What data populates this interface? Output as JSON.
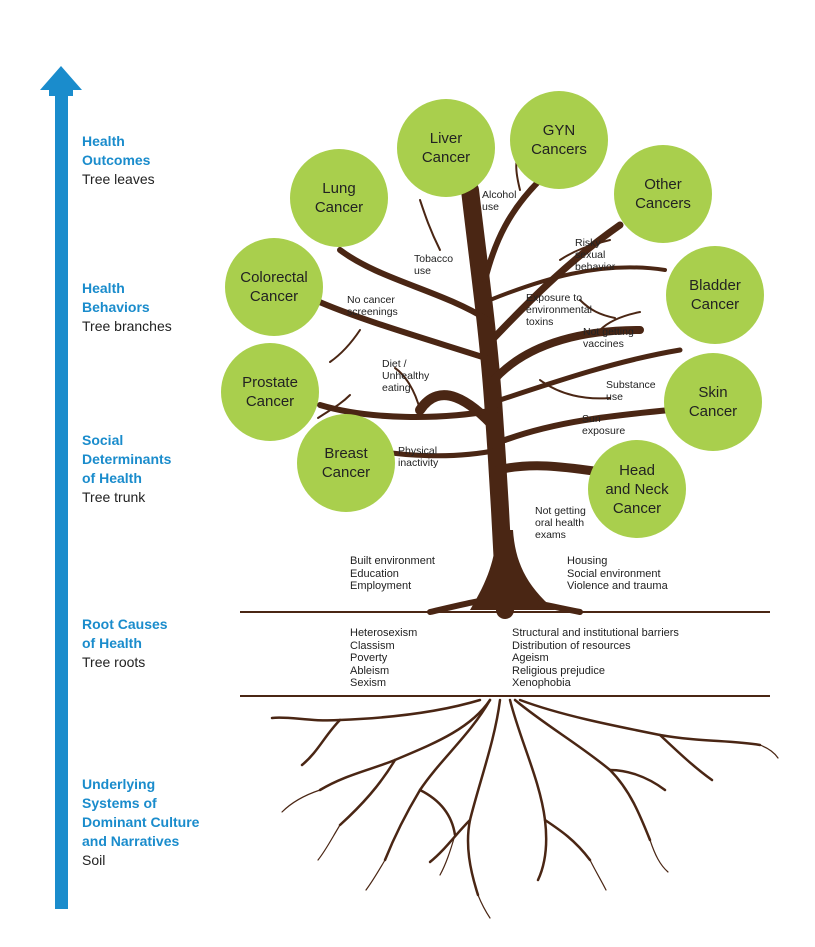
{
  "colors": {
    "arrow": "#1a8ccc",
    "trunk": "#4a2614",
    "leaf": "#a9cf4d",
    "heading": "#1a8ccc"
  },
  "levels": [
    {
      "title": "Health\nOutcomes",
      "subtitle": "Tree leaves"
    },
    {
      "title": "Health\nBehaviors",
      "subtitle": "Tree branches"
    },
    {
      "title": "Social\nDeterminants\nof Health",
      "subtitle": "Tree trunk"
    },
    {
      "title": "Root Causes\nof Health",
      "subtitle": "Tree roots"
    },
    {
      "title": "Underlying\nSystems of\nDominant Culture\nand Narratives",
      "subtitle": "Soil"
    }
  ],
  "leaves": [
    "Liver\nCancer",
    "GYN\nCancers",
    "Lung\nCancer",
    "Other\nCancers",
    "Colorectal\nCancer",
    "Bladder\nCancer",
    "Prostate\nCancer",
    "Skin\nCancer",
    "Breast\nCancer",
    "Head\nand Neck\nCancer"
  ],
  "behaviors": [
    "Alcohol\nuse",
    "Tobacco\nuse",
    "Risky\nsexual\nbehavior",
    "No cancer\nscreenings",
    "Exposure to\nenvironmental\ntoxins",
    "Not getting\nvaccines",
    "Diet /\nUnhealthy\neating",
    "Substance\nuse",
    "Sun\nexposure",
    "Physical\ninactivity",
    "Not getting\noral health\nexams"
  ],
  "trunk_left": [
    "Built environment",
    "Education",
    "Employment"
  ],
  "trunk_right": [
    "Housing",
    "Social environment",
    "Violence and trauma"
  ],
  "roots_left": [
    "Heterosexism",
    "Classism",
    "Poverty",
    "Ableism",
    "Sexism"
  ],
  "roots_right": [
    "Structural and institutional barriers",
    "Distribution of resources",
    "Ageism",
    "Religious prejudice",
    "Xenophobia"
  ]
}
